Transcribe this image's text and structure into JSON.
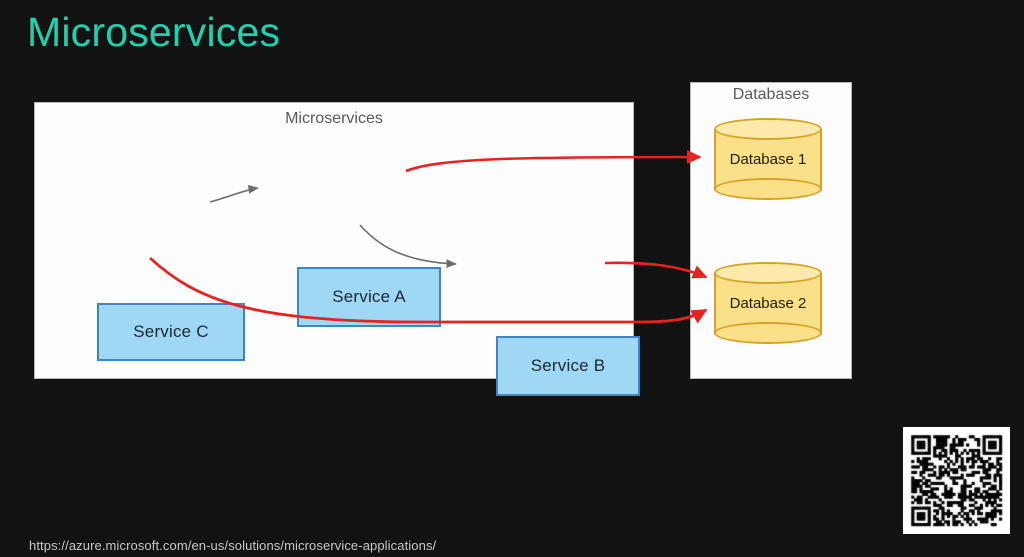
{
  "slide": {
    "title": "Microservices",
    "title_color": "#1ed2ae",
    "background_color": "#121212",
    "footer_url": "https://azure.microsoft.com/en-us/solutions/microservice-applications/"
  },
  "diagram": {
    "panels": [
      {
        "id": "microservices",
        "title": "Microservices"
      },
      {
        "id": "databases",
        "title": "Databases"
      }
    ],
    "services": [
      {
        "id": "svc-c",
        "label": "Service C",
        "fill": "#9fd8f5",
        "stroke": "#3d85c6"
      },
      {
        "id": "svc-a",
        "label": "Service A",
        "fill": "#9fd8f5",
        "stroke": "#3d85c6"
      },
      {
        "id": "svc-b",
        "label": "Service B",
        "fill": "#9fd8f5",
        "stroke": "#3d85c6"
      }
    ],
    "databases": [
      {
        "id": "db-1",
        "label": "Database 1",
        "fill": "#fbe08a",
        "stroke": "#d6a228"
      },
      {
        "id": "db-2",
        "label": "Database 2",
        "fill": "#fbe08a",
        "stroke": "#d6a228"
      }
    ],
    "connections": [
      {
        "id": "c-to-a",
        "from": "Service C",
        "to": "Service A",
        "color": "#6b6b6b",
        "style": "curved-arrow"
      },
      {
        "id": "a-to-b",
        "from": "Service A",
        "to": "Service B",
        "color": "#6b6b6b",
        "style": "curved-arrow"
      },
      {
        "id": "a-to-db1",
        "from": "Service A",
        "to": "Database 1",
        "color": "#e8231f",
        "style": "curved-arrow"
      },
      {
        "id": "b-to-db2",
        "from": "Service B",
        "to": "Database 2",
        "color": "#e8231f",
        "style": "curved-arrow"
      },
      {
        "id": "c-to-db2",
        "from": "Service C",
        "to": "Database 2",
        "color": "#e8231f",
        "style": "curved-arrow"
      }
    ]
  },
  "qr_code": {
    "name": "qr-code",
    "background": "#ffffff",
    "foreground": "#000000"
  }
}
